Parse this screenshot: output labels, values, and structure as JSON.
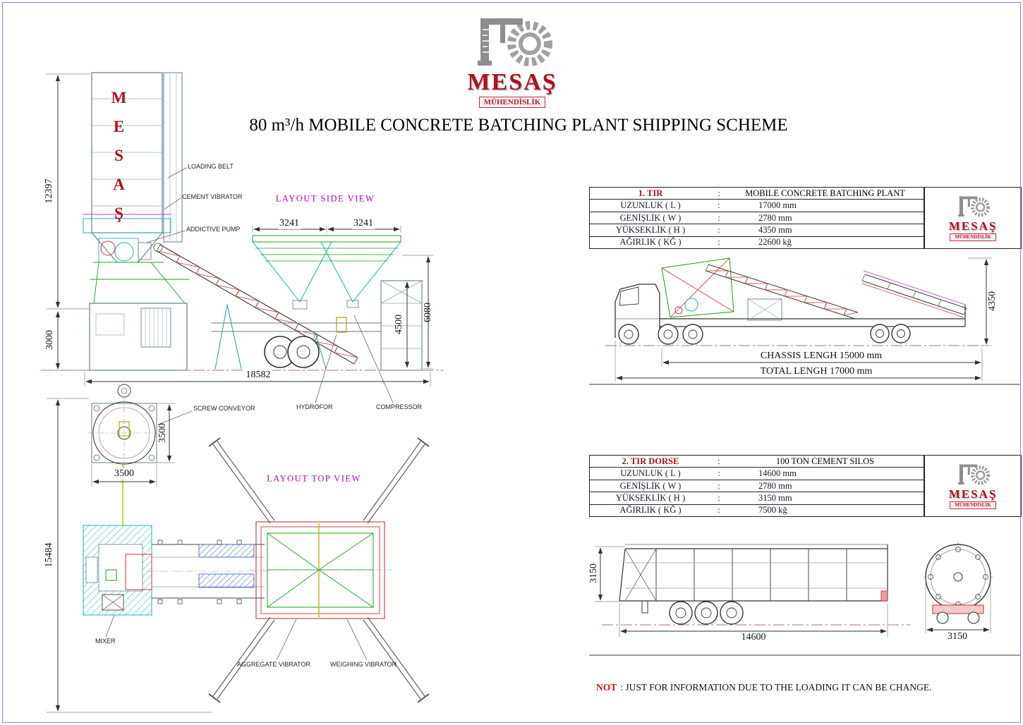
{
  "page": {
    "title": "80 m³/h MOBILE CONCRETE BATCHING PLANT SHIPPING SCHEME",
    "note": {
      "prefix": "NOT",
      "text": ": JUST FOR INFORMATION DUE TO THE LOADING IT CAN BE CHANGE."
    }
  },
  "logo": {
    "name": "MESAŞ",
    "subtitle": "MÜHENDİSLİK"
  },
  "side_view": {
    "title": "LAYOUT SIDE VIEW",
    "silo_text": "MESAŞ",
    "callouts": {
      "loading_belt": "LOADING BELT",
      "cement_vibrator": "CEMENT VIBRATOR",
      "addictive_pump": "ADDICTIVE PUMP",
      "screw_conveyor": "SCREW CONVEYOR",
      "hydrofor": "HYDROFOR",
      "compressor": "COMPRESSOR"
    },
    "dims": {
      "silo_height": "12397",
      "base_height": "3000",
      "total_length": "18582",
      "hopper_left": "3241",
      "hopper_right": "3241",
      "mid_height": "4500",
      "overall_height": "6080"
    }
  },
  "top_view": {
    "title": "LAYOUT TOP VIEW",
    "callouts": {
      "mixer": "MIXER",
      "aggregate_vibrator": "AGGREGATE VIBRATOR",
      "weighing_vibrator": "WEIGHING VIBRATOR"
    },
    "dims": {
      "screw_height": "3500",
      "screw_width": "3500",
      "plan_length": "15484"
    }
  },
  "tir1": {
    "rows": [
      {
        "label": "1. TIR",
        "sep": ":",
        "value": "MOBILE CONCRETE BATCHING PLANT"
      },
      {
        "label": "UZUNLUK ( L )",
        "sep": ":",
        "value": "17000 mm"
      },
      {
        "label": "GENİŞLİK ( W )",
        "sep": ":",
        "value": "2780 mm"
      },
      {
        "label": "YÜKSEKLİK ( H )",
        "sep": ":",
        "value": "4350 mm"
      },
      {
        "label": "AĞIRLIK ( KĞ )",
        "sep": ":",
        "value": "22600 kğ"
      }
    ],
    "dims": {
      "height": "4350",
      "chassis_length": "CHASSIS LENGH 15000 mm",
      "total_length": "TOTAL LENGH 17000 mm"
    }
  },
  "tir2": {
    "rows": [
      {
        "label": "2. TIR DORSE",
        "sep": ":",
        "value": "100 TON CEMENT SILOS"
      },
      {
        "label": "UZUNLUK ( L )",
        "sep": ":",
        "value": "14600 mm"
      },
      {
        "label": "GENİŞLİK ( W )",
        "sep": ":",
        "value": "2780 mm"
      },
      {
        "label": "YÜKSEKLİK ( H )",
        "sep": ":",
        "value": "3150 mm"
      },
      {
        "label": "AĞIRLIK ( KĞ )",
        "sep": ":",
        "value": "7500 kğ"
      }
    ],
    "dims": {
      "height": "3150",
      "length": "14600",
      "diameter": "3150"
    }
  }
}
